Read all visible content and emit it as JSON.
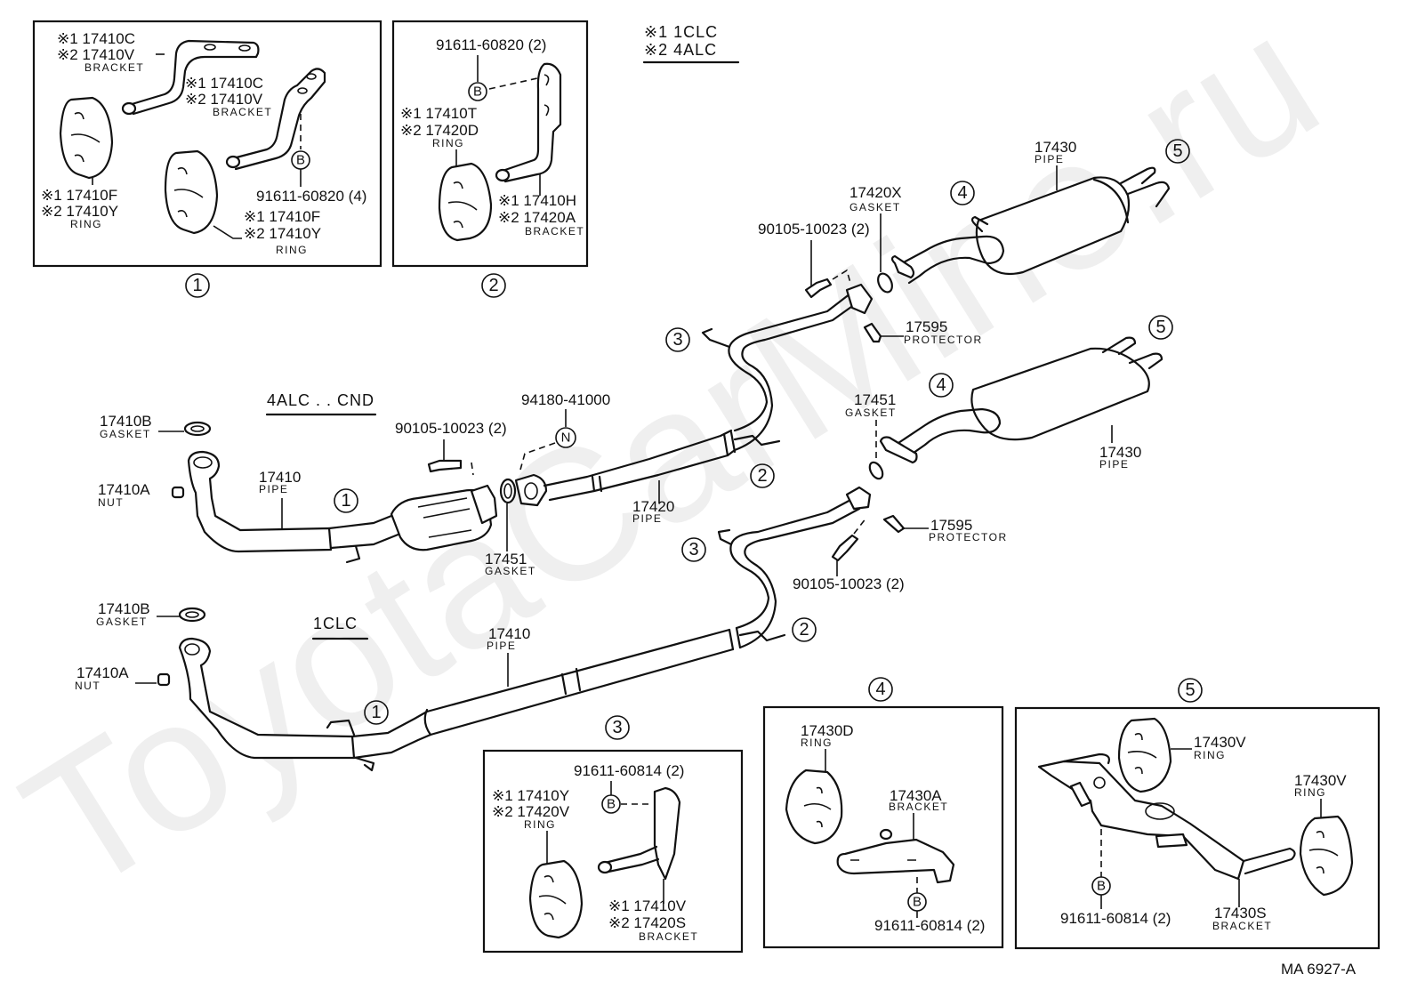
{
  "diagram": {
    "title": "Exhaust Pipe Parts Diagram",
    "watermark": "ToyotaCarMine.ru",
    "figure_code": "MA  6927-A",
    "legend": {
      "note1": "※1  1CLC",
      "note2": "※2  4ALC"
    },
    "section_labels": {
      "upper": "4ALC . . CND",
      "lower": "1CLC"
    },
    "circle_numbers": [
      "1",
      "2",
      "3",
      "4",
      "5"
    ],
    "bolt_marker": "B",
    "nut_marker": "N",
    "detail_boxes": {
      "box1": {
        "number": "1",
        "bracket_a": {
          "line1": "※1 17410C",
          "line2": "※2 17410V",
          "name": "BRACKET"
        },
        "bracket_b": {
          "line1": "※1 17410C",
          "line2": "※2 17410V",
          "name": "BRACKET"
        },
        "ring_a": {
          "line1": "※1 17410F",
          "line2": "※2 17410Y",
          "name": "RING"
        },
        "ring_b": {
          "line1": "※1 17410F",
          "line2": "※2 17410Y",
          "name": "RING"
        },
        "bolt": "91611-60820 (4)"
      },
      "box2": {
        "number": "2",
        "bolt": "91611-60820 (2)",
        "ring": {
          "line1": "※1 17410T",
          "line2": "※2 17420D",
          "name": "RING"
        },
        "bracket": {
          "line1": "※1 17410H",
          "line2": "※2 17420A",
          "name": "BRACKET"
        }
      },
      "box3": {
        "number": "3",
        "bolt": "91611-60814 (2)",
        "ring": {
          "line1": "※1 17410Y",
          "line2": "※2 17420V",
          "name": "RING"
        },
        "bracket": {
          "line1": "※1 17410V",
          "line2": "※2 17420S",
          "name": "BRACKET"
        }
      },
      "box4": {
        "number": "4",
        "ring": {
          "part": "17430D",
          "name": "RING"
        },
        "bracket": {
          "part": "17430A",
          "name": "BRACKET"
        },
        "bolt": "91611-60814 (2)"
      },
      "box5": {
        "number": "5",
        "ring_a": {
          "part": "17430V",
          "name": "RING"
        },
        "ring_b": {
          "part": "17430V",
          "name": "RING"
        },
        "bracket": {
          "part": "17430S",
          "name": "BRACKET"
        },
        "bolt": "91611-60814 (2)"
      }
    },
    "main_parts": {
      "upper_gasket": {
        "part": "17410B",
        "name": "GASKET"
      },
      "upper_nut": {
        "part": "17410A",
        "name": "NUT"
      },
      "upper_front_pipe": {
        "part": "17410",
        "name": "PIPE"
      },
      "upper_bolt": "90105-10023 (2)",
      "upper_nut_part": "94180-41000",
      "upper_mid_gasket": {
        "part": "17451",
        "name": "GASKET"
      },
      "upper_center_pipe": {
        "part": "17420",
        "name": "PIPE"
      },
      "upper_tail_bolt": "90105-10023 (2)",
      "upper_tail_gasket": {
        "part": "17420X",
        "name": "GASKET"
      },
      "upper_protector": {
        "part": "17595",
        "name": "PROTECTOR"
      },
      "upper_tail_pipe": {
        "part": "17430",
        "name": "PIPE"
      },
      "lower_gasket": {
        "part": "17410B",
        "name": "GASKET"
      },
      "lower_nut": {
        "part": "17410A",
        "name": "NUT"
      },
      "lower_pipe": {
        "part": "17410",
        "name": "PIPE"
      },
      "lower_tail_gasket": {
        "part": "17451",
        "name": "GASKET"
      },
      "lower_protector": {
        "part": "17595",
        "name": "PROTECTOR"
      },
      "lower_tail_bolt": "90105-10023 (2)",
      "lower_tail_pipe": {
        "part": "17430",
        "name": "PIPE"
      }
    }
  }
}
